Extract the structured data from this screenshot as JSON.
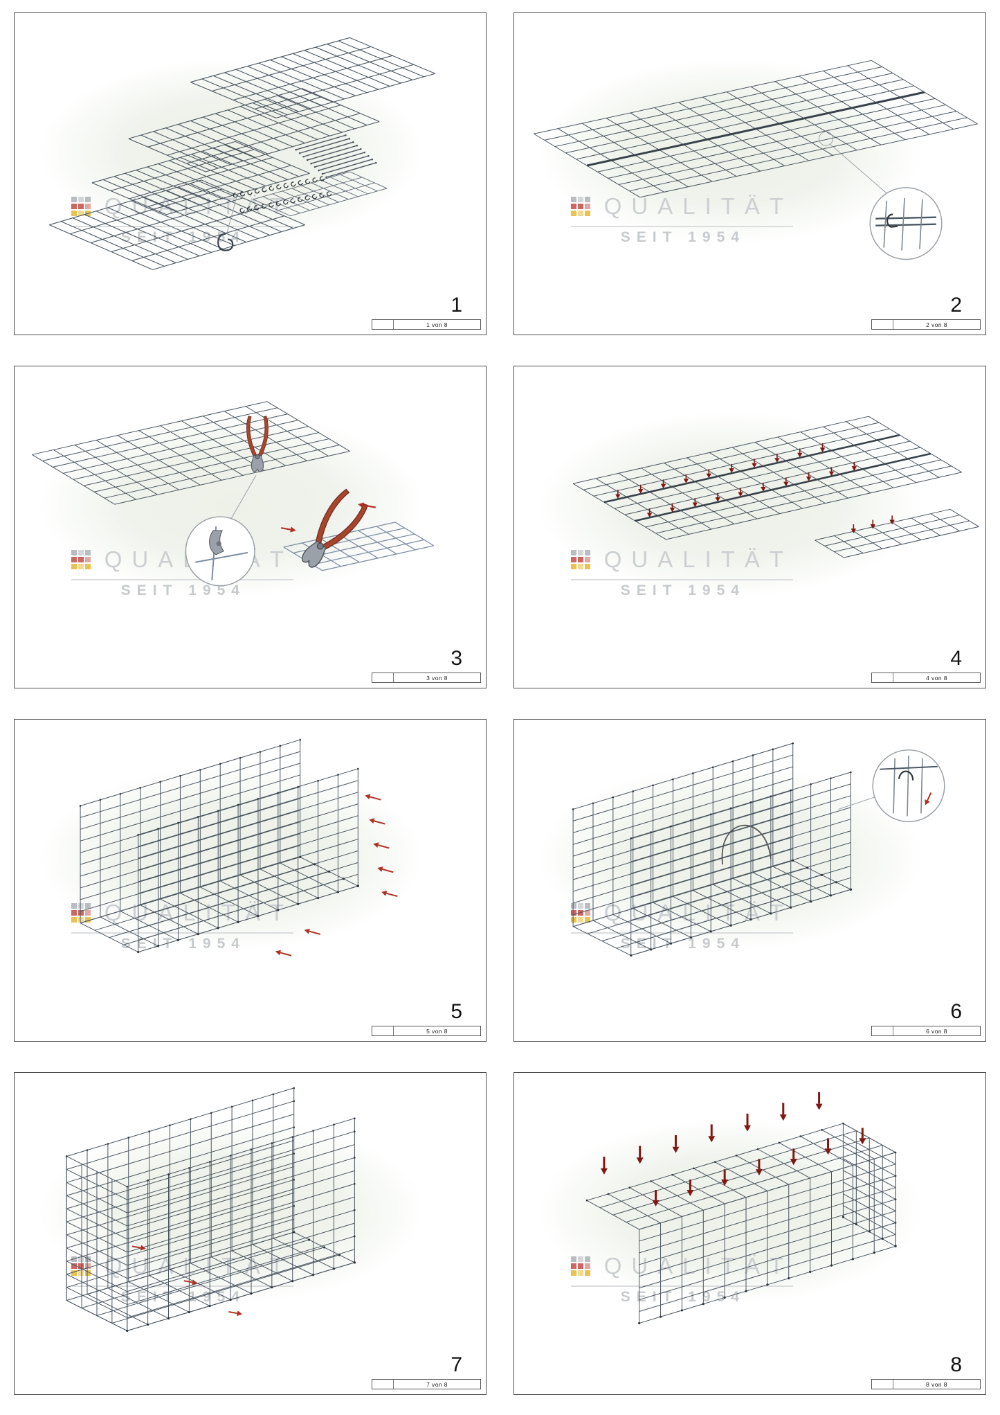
{
  "watermark": {
    "line1": "QUALITÄT",
    "line2": "SEIT 1954"
  },
  "panels": [
    {
      "step": "1",
      "page": "1 von 8"
    },
    {
      "step": "2",
      "page": "2 von 8"
    },
    {
      "step": "3",
      "page": "3 von 8"
    },
    {
      "step": "4",
      "page": "4 von 8"
    },
    {
      "step": "5",
      "page": "5 von 8"
    },
    {
      "step": "6",
      "page": "6 von 8"
    },
    {
      "step": "7",
      "page": "7 von 8"
    },
    {
      "step": "8",
      "page": "8 von 8"
    }
  ],
  "colors": {
    "wire": "#4a5560",
    "wire_light": "#7d8692",
    "blue_wire": "#7d8ca3",
    "arrow_red": "#b03024",
    "arrow_dark_red": "#7f1712",
    "pliers_handle": "#a8452c",
    "watermark_text": "#cccfd2",
    "flag_gray": "#a9adb2",
    "flag_red": "#c2413a",
    "flag_gold": "#e4b425"
  }
}
